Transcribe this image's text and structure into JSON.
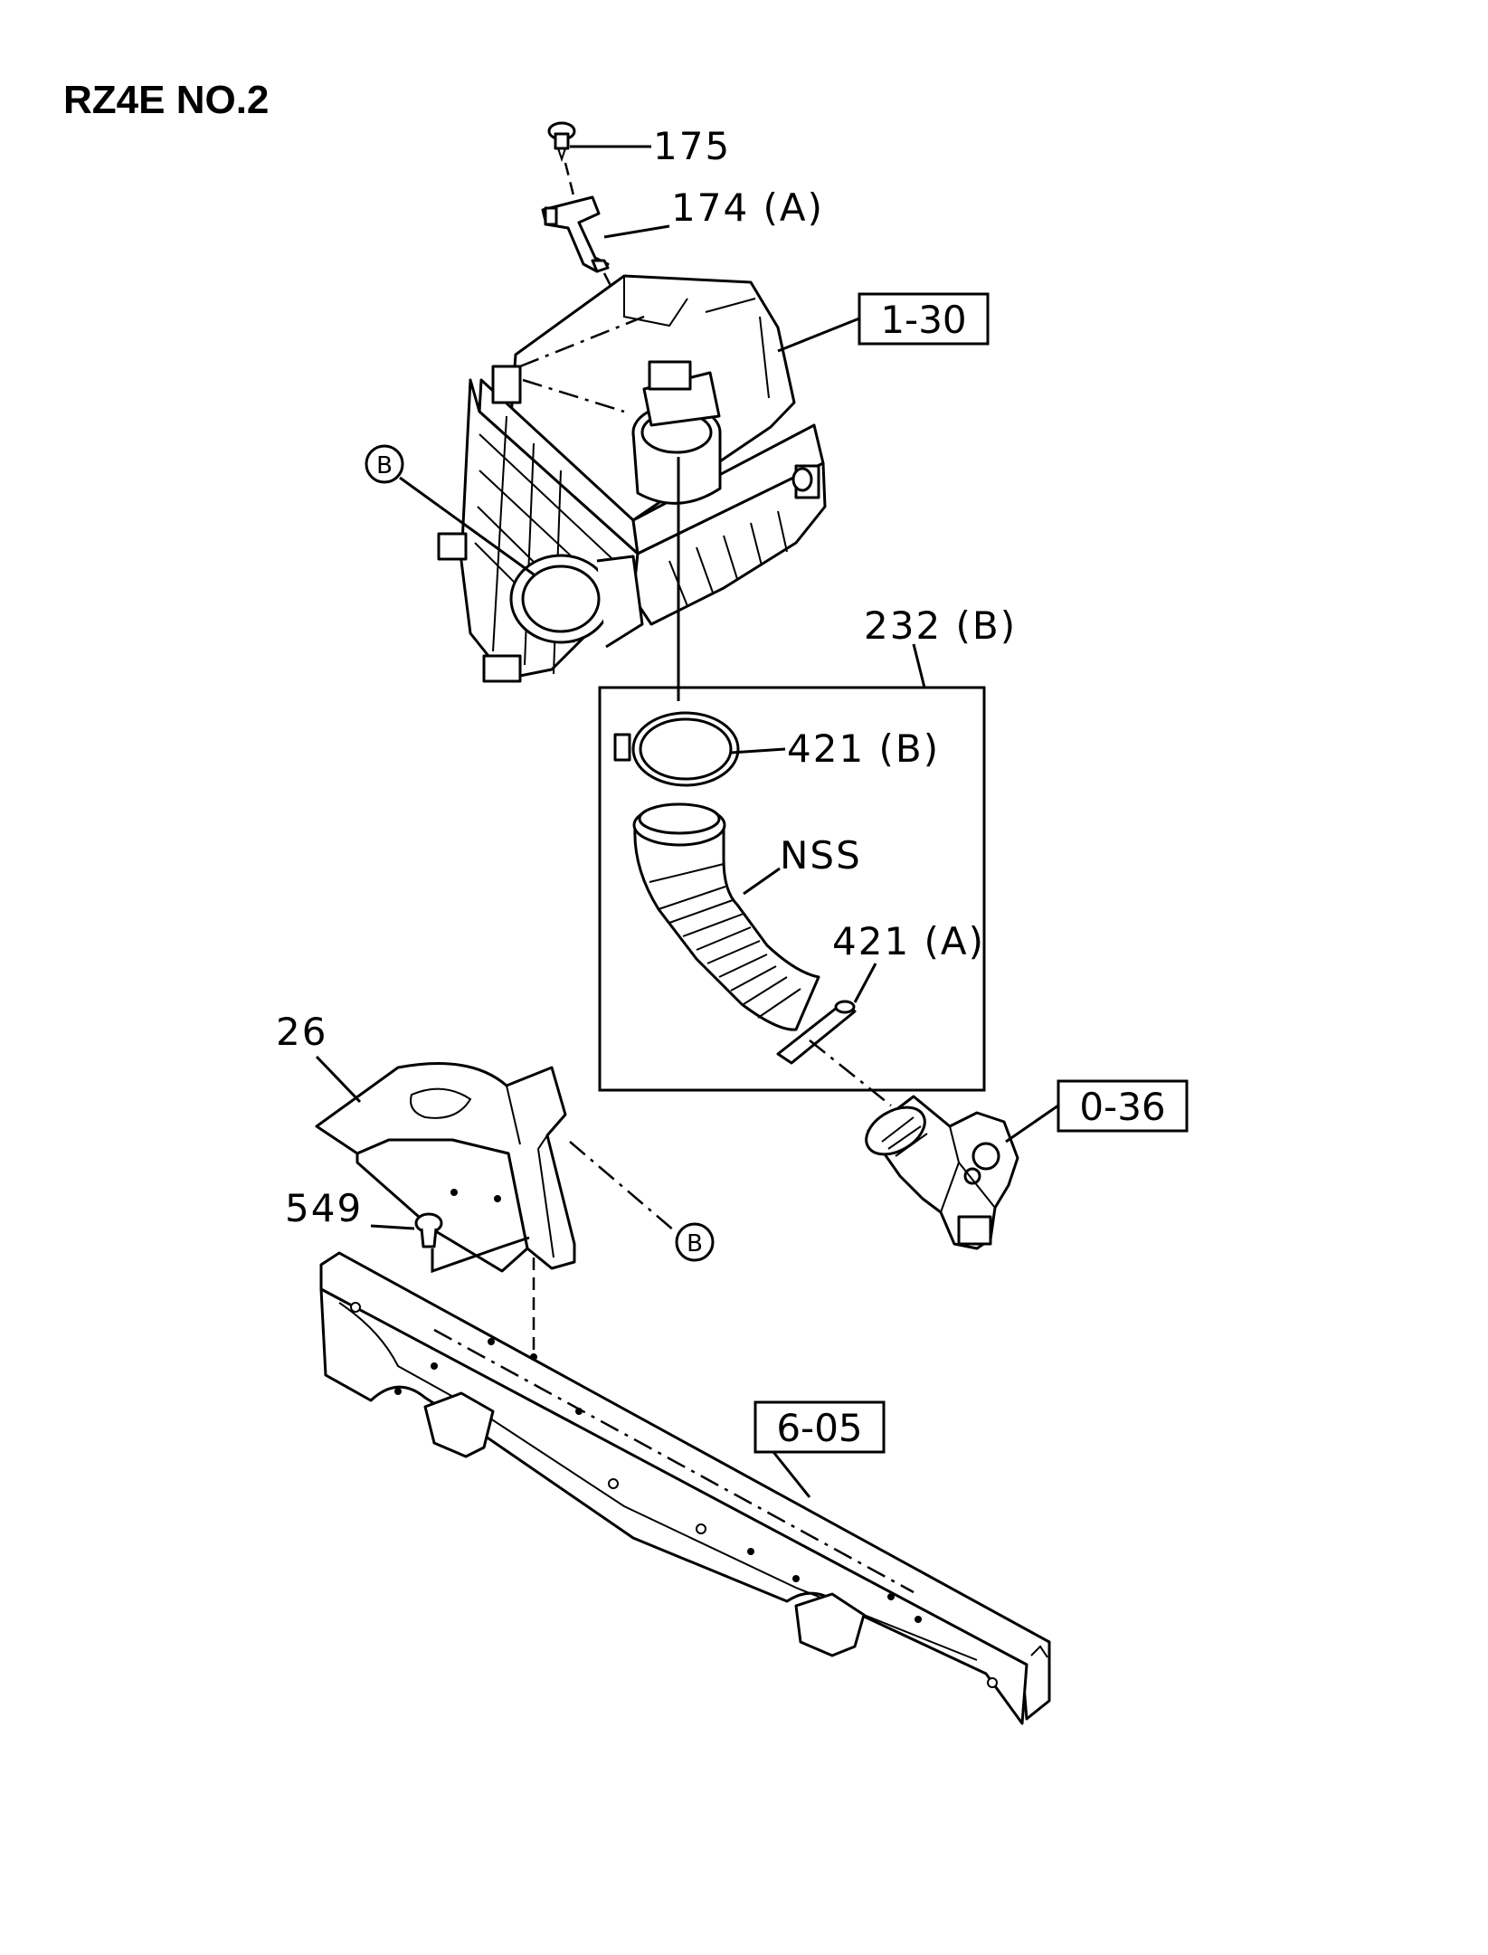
{
  "title": "RZ4E NO.2",
  "callouts": {
    "p175": "175",
    "p174a": "174 (A)",
    "p232b": "232 (B)",
    "p421b": "421 (B)",
    "nss": "NSS",
    "p421a": "421 (A)",
    "p26": "26",
    "p549": "549"
  },
  "boxed_refs": {
    "r130": "1-30",
    "r036": "0-36",
    "r605": "6-05"
  },
  "circle_refs": {
    "b_left": "B",
    "b_right": "B"
  }
}
